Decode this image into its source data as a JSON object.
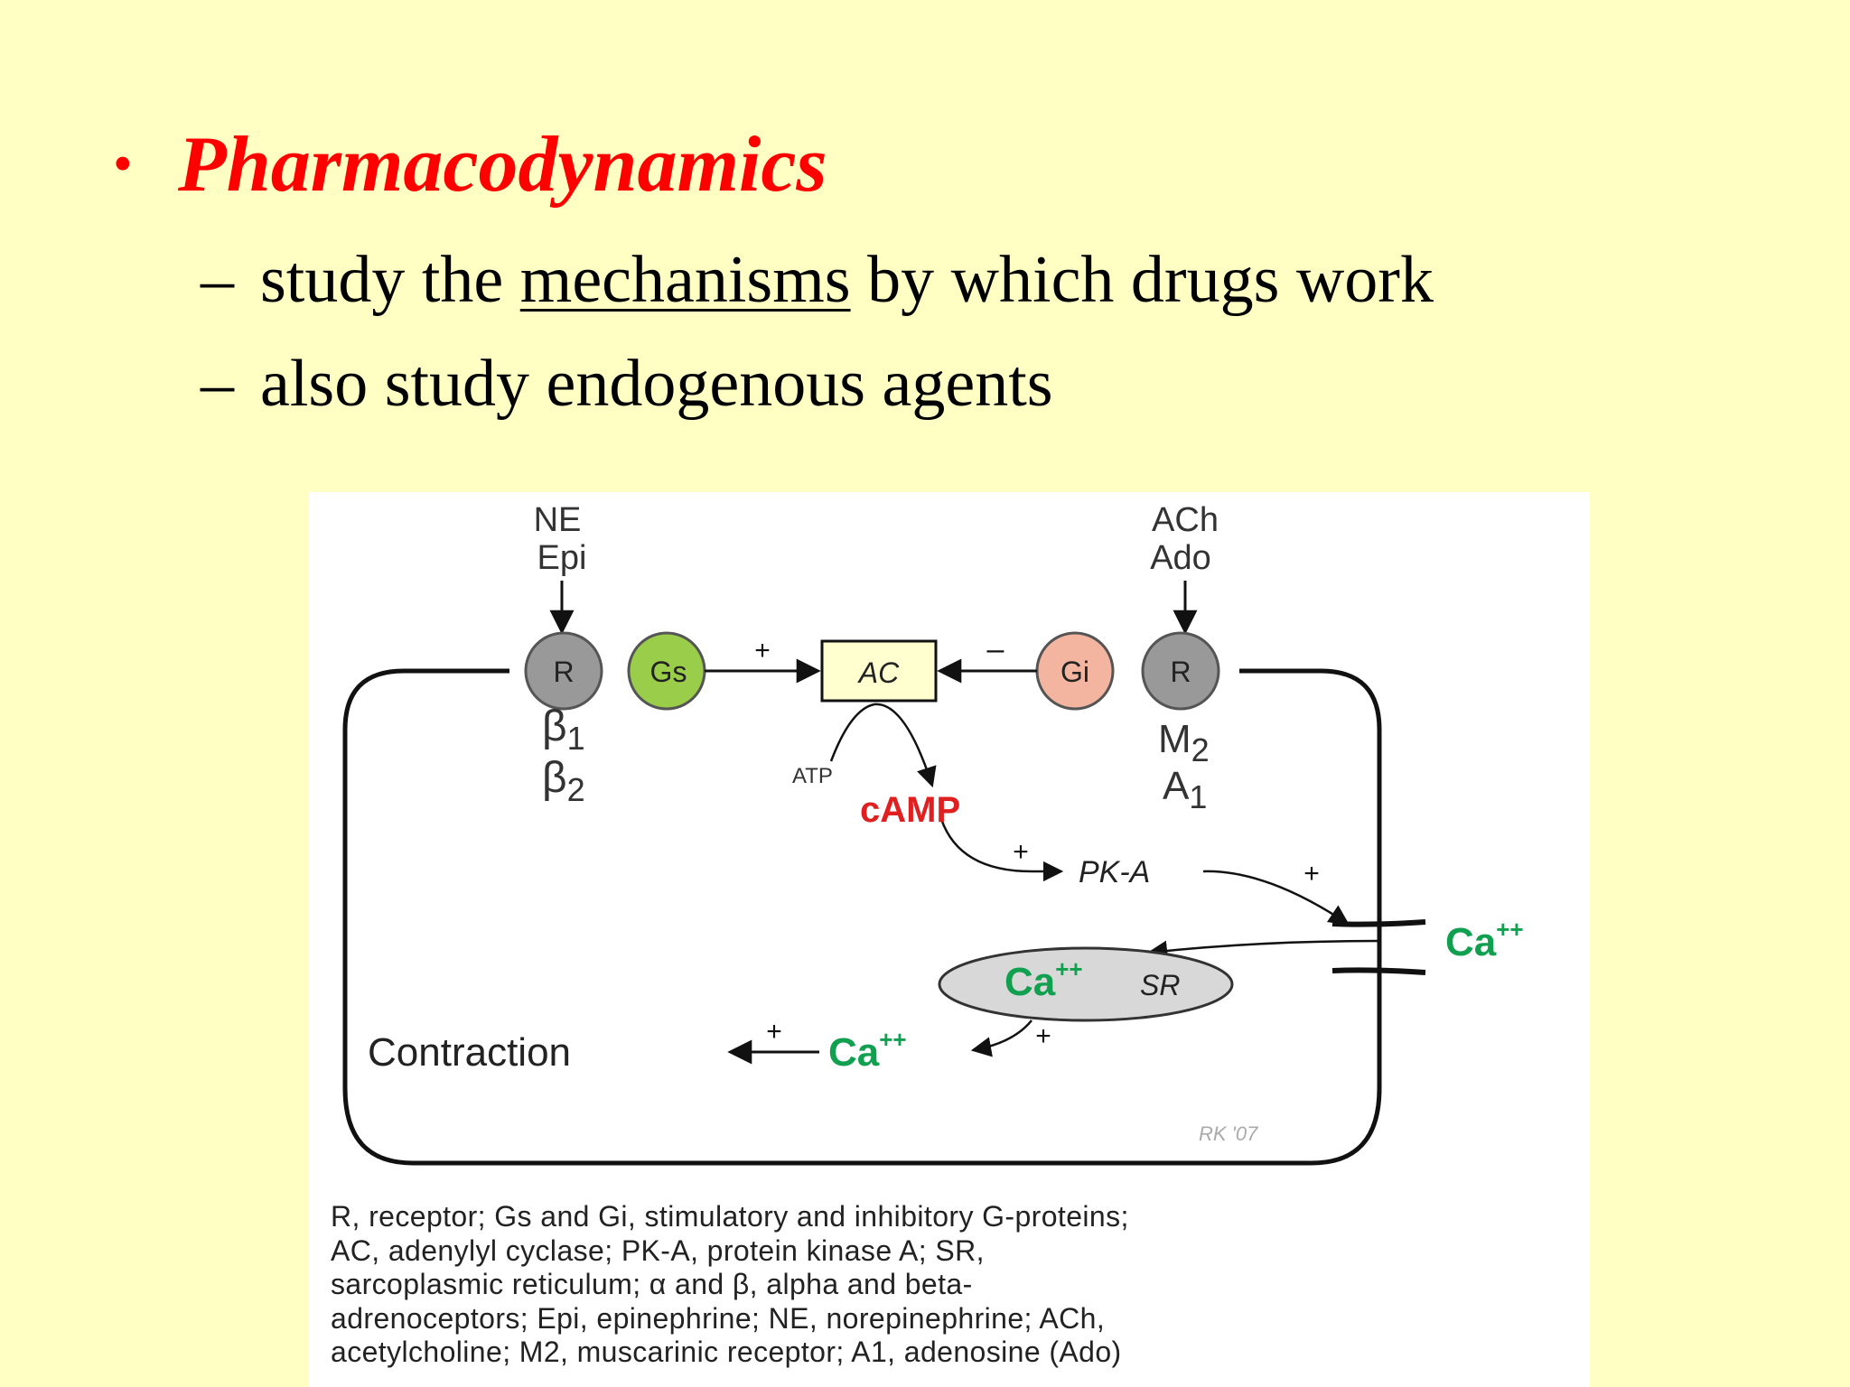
{
  "slide": {
    "bullet": {
      "symbol": "•",
      "title": "Pharmacodynamics"
    },
    "sub_items": [
      {
        "dash": "–",
        "before": "study the ",
        "underlined": "mechanisms",
        "after": " by which drugs work"
      },
      {
        "dash": "–",
        "text": "also study endogenous agents"
      }
    ]
  },
  "diagram": {
    "left_ligands": [
      "NE",
      "Epi"
    ],
    "right_ligands": [
      "ACh",
      "Ado"
    ],
    "left_receptor": "R",
    "gs": "Gs",
    "ac": "AC",
    "gi": "Gi",
    "right_receptor": "R",
    "beta1": {
      "letter": "β",
      "sub": "1"
    },
    "beta2": {
      "letter": "β",
      "sub": "2"
    },
    "m2": {
      "letter": "M",
      "sub": "2"
    },
    "a1": {
      "letter": "A",
      "sub": "1"
    },
    "plus": "+",
    "minus": "–",
    "atp": "ATP",
    "camp": "cAMP",
    "pka": "PK-A",
    "ca_base": "Ca",
    "ca_sup": "++",
    "sr": "SR",
    "contraction": "Contraction",
    "signature": "RK '07",
    "colors": {
      "gs_fill": "#9acd4a",
      "gi_fill": "#f4b5a0",
      "receptor_fill": "#999999",
      "ac_fill": "#ffffd0",
      "camp": "#e02020",
      "calcium": "#10a050",
      "sr_fill": "#d8d8d8"
    }
  },
  "caption": [
    "R, receptor; Gs and Gi, stimulatory and inhibitory G-proteins;",
    "AC, adenylyl cyclase; PK-A, protein kinase A; SR,",
    "sarcoplasmic reticulum; α and β, alpha and beta-",
    "adrenoceptors; Epi, epinephrine; NE, norepinephrine; ACh,",
    "acetylcholine; M2, muscarinic receptor; A1, adenosine (Ado)"
  ]
}
